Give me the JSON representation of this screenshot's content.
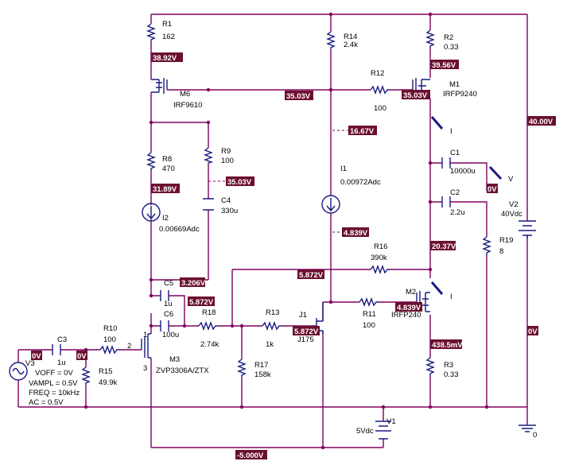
{
  "components": {
    "R1": {
      "name": "R1",
      "value": "162"
    },
    "R2": {
      "name": "R2",
      "value": "0.33"
    },
    "R3": {
      "name": "R3",
      "value": "0.33"
    },
    "R8": {
      "name": "R8",
      "value": "470"
    },
    "R9": {
      "name": "R9",
      "value": "100"
    },
    "R10": {
      "name": "R10",
      "value": "100"
    },
    "R11": {
      "name": "R11",
      "value": "100"
    },
    "R12": {
      "name": "R12",
      "value": "100"
    },
    "R13": {
      "name": "R13",
      "value": "1k"
    },
    "R14": {
      "name": "R14",
      "value": "2.4k"
    },
    "R15": {
      "name": "R15",
      "value": "49.9k"
    },
    "R16": {
      "name": "R16",
      "value": "390k"
    },
    "R17": {
      "name": "R17",
      "value": "158k"
    },
    "R18": {
      "name": "R18",
      "value": "2.74k"
    },
    "R19": {
      "name": "R19",
      "value": "8"
    },
    "C1": {
      "name": "C1",
      "value": "10000u"
    },
    "C2": {
      "name": "C2",
      "value": "2.2u"
    },
    "C3": {
      "name": "C3",
      "value": "1u"
    },
    "C4": {
      "name": "C4",
      "value": "330u"
    },
    "C5": {
      "name": "C5",
      "value": "1u"
    },
    "C6": {
      "name": "C6",
      "value": "100u"
    },
    "M1": {
      "name": "M1",
      "value": "IRFP9240"
    },
    "M2": {
      "name": "M2",
      "value": "IRFP240"
    },
    "M3": {
      "name": "M3",
      "value": "ZVP3306A/ZTX"
    },
    "M6": {
      "name": "M6",
      "value": "IRF9610"
    },
    "J1": {
      "name": "J1",
      "value": "J175"
    },
    "I1": {
      "name": "I1",
      "value": "0.00972Adc"
    },
    "I2": {
      "name": "I2",
      "value": "0.00669Adc"
    },
    "V1": {
      "name": "V1",
      "value": "5Vdc"
    },
    "V2": {
      "name": "V2",
      "value": "40Vdc"
    },
    "V3": {
      "name": "V3",
      "params": [
        "VOFF = 0V",
        "VAMPL = 0.5V",
        "FREQ = 10kHz",
        "AC = 0.5V"
      ]
    }
  },
  "pins": {
    "m3_gate": "2",
    "m3_top": "1",
    "m3_bottom": "3"
  },
  "ground_label": "0",
  "probes": {
    "i1": "I",
    "i2": "I",
    "v": "V"
  },
  "voltages": {
    "v_38_92": "38.92V",
    "v_39_56": "39.56V",
    "v_35_03_a": "35.03V",
    "v_35_03_b": "35.03V",
    "v_35_03_c": "35.03V",
    "v_16_67": "16.67V",
    "v_40_00": "40.00V",
    "v_31_89": "31.89V",
    "v_0_c1": "0V",
    "v_4_839_a": "4.839V",
    "v_20_37": "20.37V",
    "v_3_206": "3.206V",
    "v_5_872_a": "5.872V",
    "v_5_872_b": "5.872V",
    "v_5_872_c": "5.872V",
    "v_4_839_b": "4.839V",
    "v_0_in": "0V",
    "v_0_r15": "0V",
    "v_0_out": "0V",
    "v_438_5m": "438.5mV",
    "v_neg5": "-5.000V"
  }
}
